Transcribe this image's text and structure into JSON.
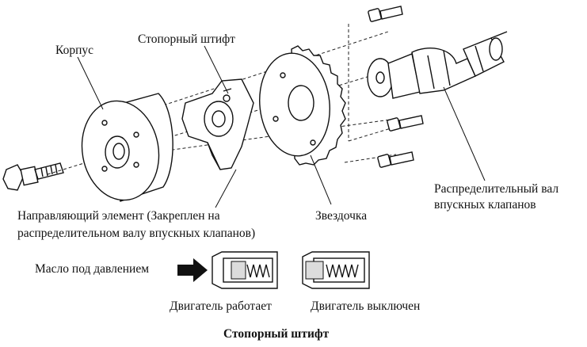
{
  "labels": {
    "korpus": "Корпус",
    "stopor_pin_top": "Стопорный штифт",
    "guide_line1": "Направляющий элемент (Закреплен на",
    "guide_line2": "распределительном валу впускных клапанов)",
    "sprocket": "Звездочка",
    "camshaft_line1": "Распределительный вал",
    "camshaft_line2": "впускных клапанов",
    "oil_pressure": "Масло под давлением",
    "engine_running": "Двигатель работает",
    "engine_off": "Двигатель выключен",
    "caption": "Стопорный штифт"
  }
}
